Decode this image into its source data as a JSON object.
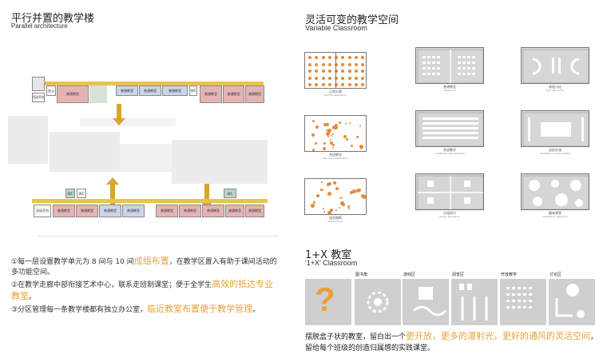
{
  "left": {
    "title_zh": "平行并置的教学楼",
    "title_en": "Parallel architecture",
    "room_labels": {
      "classroom": "普通教室",
      "activity": "活动平台",
      "office": "办公",
      "wc": "WC"
    },
    "bullets": [
      {
        "pre": "①每一层设置教学单元为 8 间与 10 间",
        "hl": "成组布置",
        "post": "，在教学区置入有助于课间活动的多功能空间。"
      },
      {
        "pre": "②在教学走廊中部衔接艺术中心，联系走班制课堂；便于全学生",
        "hl": "高效的抵达专业教室",
        "post": "。"
      },
      {
        "pre": "③分区管理每一条教学楼都有独立办公室，",
        "hl": "临近教室布置便于教学管理",
        "post": "。"
      }
    ]
  },
  "right": {
    "title_zh": "灵活可变的教学空间",
    "title_en": "Variable Classroom",
    "layouts": [
      {
        "zh": "正常分隔",
        "en": "Normal separation"
      },
      {
        "zh": "普通教室",
        "en": "Classroom"
      },
      {
        "zh": "表现讨论",
        "en": "Free discussion"
      },
      {
        "zh": "合班教学",
        "en": "Two-line combination"
      },
      {
        "zh": "合班教学",
        "en": "Combined class teaching"
      },
      {
        "zh": "自由交流",
        "en": "Unlimited communication"
      },
      {
        "zh": "组合隔断",
        "en": "Add partition"
      },
      {
        "zh": "分组研讨",
        "en": "Group discussion"
      },
      {
        "zh": "趣味课堂",
        "en": "Interesting classroom"
      }
    ],
    "onex_title_zh": "1+X 教室",
    "onex_title_en": "'1+X' Classroom",
    "tiles": [
      "图书角",
      "游戏区",
      "阅览区",
      "开放教学",
      "讨论区"
    ],
    "question_mark": "?",
    "bottom": {
      "pre": "摆脱盒子状的教室，留白出一个",
      "hl1": "更开放，更多的漫射光，更好的通风的灵活空间",
      "post": "，留给每个班级的创造归属感的实践课堂。"
    }
  },
  "colors": {
    "accent": "#e8a23a",
    "dots": "#e38a3c",
    "corridor": "#e9c44a",
    "arrow": "#d9a52e",
    "pink_room": "#e6b3b3"
  }
}
